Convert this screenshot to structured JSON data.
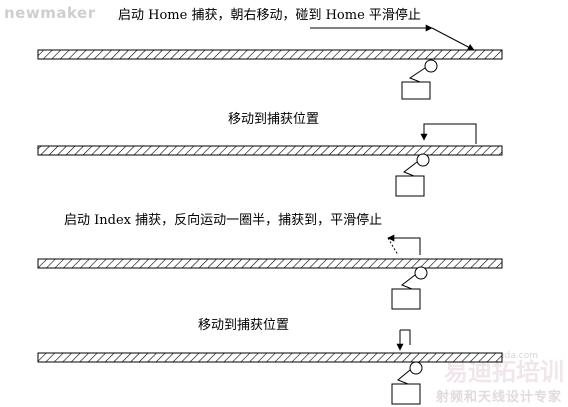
{
  "watermark": {
    "top_left": "newmaker",
    "bottom_right_logo": "易迪拓培训",
    "bottom_right_site": "mweda.com",
    "bottom_right_text": "射频和天线设计专家"
  },
  "steps": [
    {
      "caption": "启动 Home 捕获，朝右移动，碰到 Home 平滑停止"
    },
    {
      "caption": "移动到捕获位置"
    },
    {
      "caption": "启动 Index 捕获，反向运动一圈半，捕获到，平滑停止"
    },
    {
      "caption": "移动到捕获位置"
    }
  ],
  "colors": {
    "line": "#000000",
    "background": "#ffffff"
  }
}
